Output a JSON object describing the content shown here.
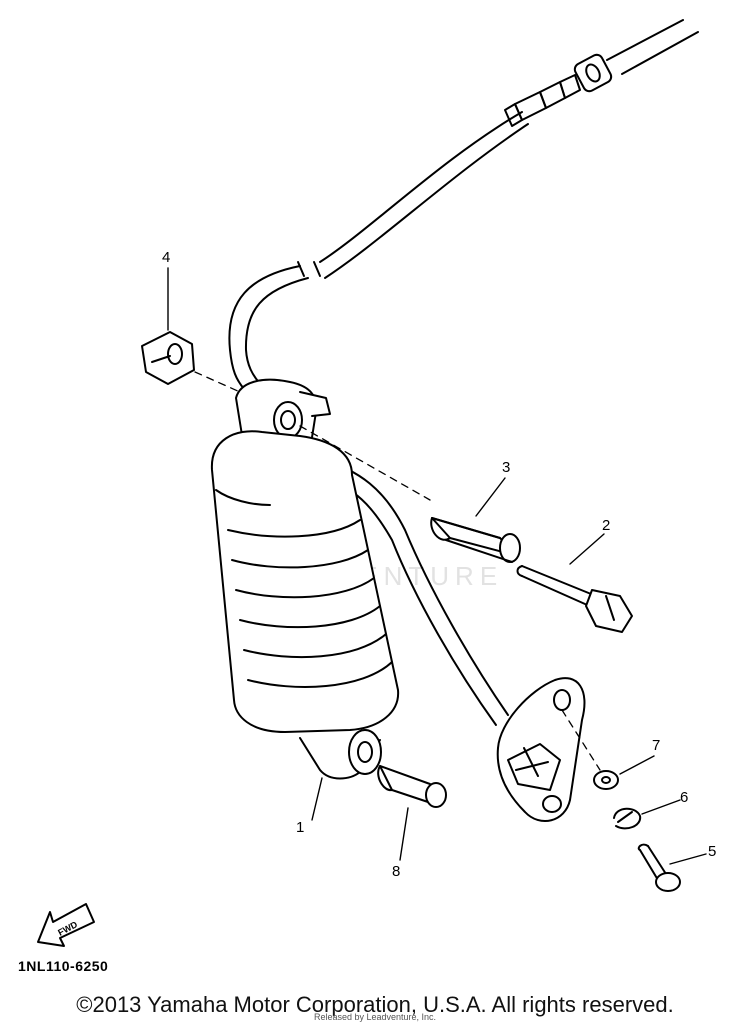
{
  "diagram": {
    "callouts": {
      "c1": "1",
      "c2": "2",
      "c3": "3",
      "c4": "4",
      "c5": "5",
      "c6": "6",
      "c7": "7",
      "c8": "8"
    },
    "fwd_label": "FWD",
    "watermark": "LEADVENTURE",
    "part_code": "1NL110-6250",
    "copyright": "©2013 Yamaha Motor Corporation, U.S.A. All rights reserved.",
    "released": "Released by Leadventure, Inc."
  }
}
